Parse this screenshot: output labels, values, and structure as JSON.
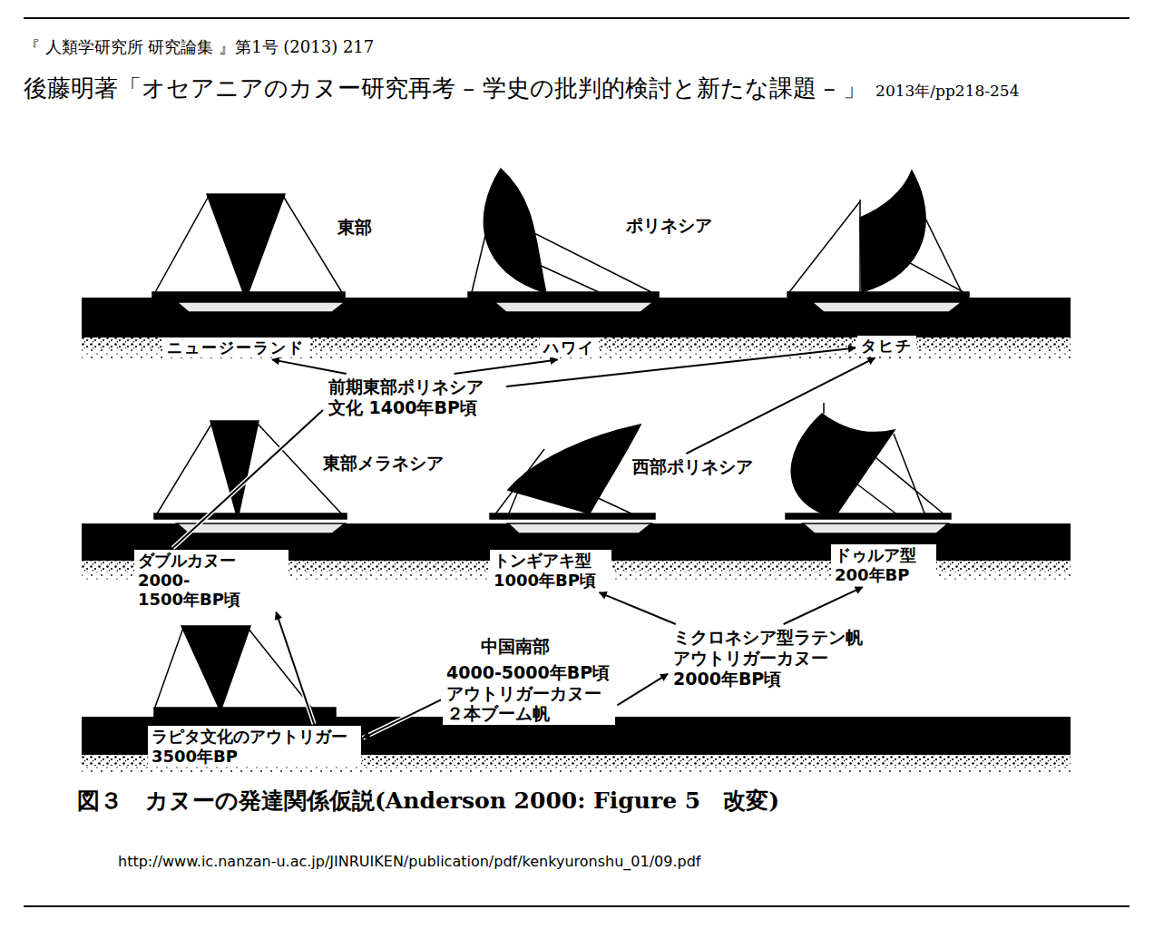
{
  "diagram": {
    "title": "後藤明著「オセアニアのカヌー研究再考 – 学史の批判的検討と新たな課題 – 」",
    "caption": "図３　カヌーの発達関係仮説(Anderson 2000: Figure 5　改変)",
    "nodes": [
      {
        "text": [
          "ニュージーランド"
        ]
      },
      {
        "text": [
          "ハワイ"
        ]
      },
      {
        "text": [
          "タヒチ"
        ]
      },
      {
        "text": [
          "前期東部ポリネシア 文化 1400年BP頃"
        ]
      },
      {
        "text": [
          "西部ポリネシア"
        ]
      },
      {
        "text": [
          "ダブルカヌー 2000-1500年BP頃"
        ]
      },
      {
        "text": [
          "トンギアキ型 1000年BP頃"
        ]
      },
      {
        "text": [
          "ドゥルア型 200年BP"
        ]
      },
      {
        "text": [
          "ミクロネシア型ラテン帆 アウトリガーカヌー 2000年BP頃"
        ]
      },
      {
        "text": [
          "中国南部",
          "4000-5000年BP頃 アウトリガーカヌー ２本ブーム帆"
        ]
      },
      {
        "text": [
          "ラピタ文化のアウトリガー 3500年BP"
        ]
      }
    ],
    "edges": [
      {
        "from": 3,
        "to": 0,
        "arrow": "to"
      },
      {
        "from": 3,
        "to": 1,
        "arrow": "to"
      },
      {
        "from": 3,
        "to": 2,
        "arrow": "to"
      },
      {
        "from": 5,
        "to": 3,
        "arrow": "none"
      },
      {
        "from": 10,
        "to": 5,
        "arrow": "to"
      },
      {
        "from": 4,
        "to": 2,
        "arrow": "to"
      },
      {
        "from": 9,
        "to": 10,
        "arrow": "to"
      },
      {
        "from": 9,
        "to": 8,
        "arrow": "to"
      },
      {
        "from": 8,
        "to": 6,
        "arrow": "to"
      },
      {
        "from": 8,
        "to": 7,
        "arrow": "to"
      }
    ],
    "labels": [
      "『 人類学研究所 研究論集 』第1号 (2013) 217",
      "2013年/pp218-254",
      "東部",
      "ポリネシア",
      "東部メラネシア",
      "http://www.ic.nanzan-u.ac.jp/JINRUIKEN/publication/pdf/kenkyuronshu_01/09.pdf"
    ]
  }
}
